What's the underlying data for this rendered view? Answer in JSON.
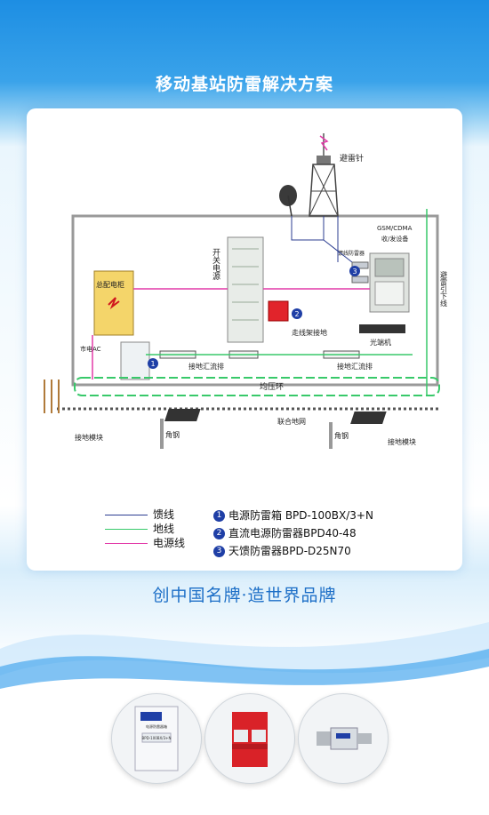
{
  "title": "移动基站防雷解决方案",
  "diagram": {
    "labels": {
      "lightning_rod": "避雷针",
      "gsm_line1": "GSM/CDMA",
      "gsm_line2": "收/发设备",
      "feeder_protector": "馈线防雷器",
      "downlead": "避雷引下线",
      "switch_power": "开关电源",
      "distribution_cabinet": "总配电柜",
      "mains_ac": "市电AC",
      "cable_rack_ground": "走线架接地",
      "optical_terminal": "光端机",
      "ground_bus_left": "接地汇流排",
      "ground_bus_right": "接地汇流排",
      "equalizing_ring": "均压环",
      "combined_ground": "联合地网",
      "ground_module_left": "接地模块",
      "ground_module_right": "接地模块",
      "angle_steel_left": "角钢",
      "angle_steel_right": "角钢",
      "marker1": "1",
      "marker2": "2",
      "marker3": "3"
    }
  },
  "legend": {
    "feeder": "馈线",
    "ground": "地线",
    "power": "电源线",
    "colors": {
      "feeder": "#2b3d91",
      "ground": "#38c96a",
      "power": "#e23aa8"
    }
  },
  "products": [
    {
      "num": "1",
      "text": "电源防雷箱 BPD-100BX/3+N"
    },
    {
      "num": "2",
      "text": "直流电源防雷器BPD40-48"
    },
    {
      "num": "3",
      "text": "天馈防雷器BPD-D25N70"
    }
  ],
  "slogan": "创中国名牌·造世界品牌",
  "product_images": {
    "box_line1": "电源防雷器箱",
    "box_line2": "BPD-100BX/3+N"
  }
}
